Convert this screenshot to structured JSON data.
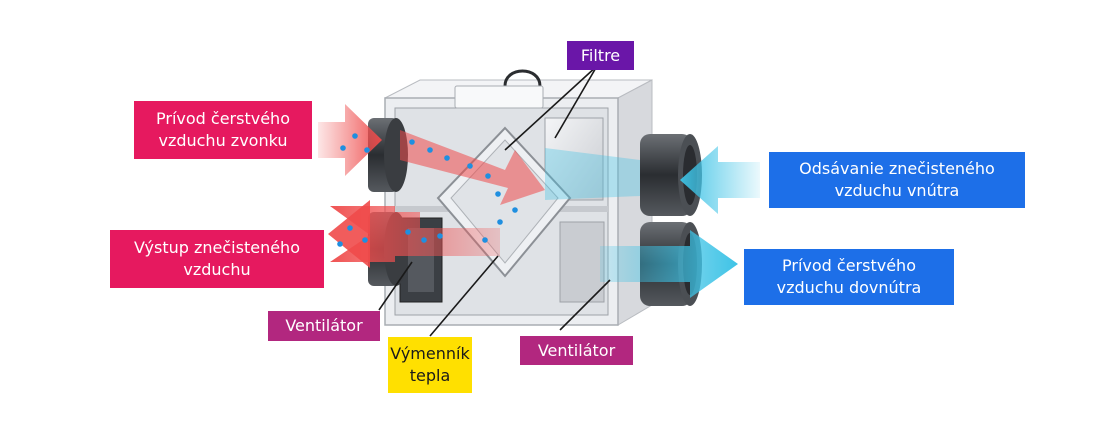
{
  "labels": {
    "intake_outside": {
      "line1": "Prívod čerstvého",
      "line2": "vzduchu zvonku",
      "color": "#e6195f"
    },
    "exhaust_outside": {
      "line1": "Výstup znečisteného",
      "line2": "vzduchu",
      "color": "#e6195f"
    },
    "extract_inside": {
      "line1": "Odsávanie znečisteného",
      "line2": "vzduchu vnútra",
      "color": "#1d6fe8"
    },
    "supply_inside": {
      "line1": "Prívod čerstvého",
      "line2": "vzduchu dovnútra",
      "color": "#1d6fe8"
    },
    "filters": {
      "text": "Filtre",
      "color": "#6a16a8"
    },
    "fan_left": {
      "text": "Ventilátor",
      "color": "#b2277f"
    },
    "fan_right": {
      "text": "Ventilátor",
      "color": "#b2277f"
    },
    "heat_exchanger": {
      "line1": "Výmenník",
      "line2": "tepla",
      "color": "#ffe000"
    }
  },
  "colors": {
    "warm_air": "#ef5a5a",
    "cool_air": "#3ec3e6",
    "unit_body": "#e9ebee",
    "leader_line": "#1a1a1a"
  }
}
